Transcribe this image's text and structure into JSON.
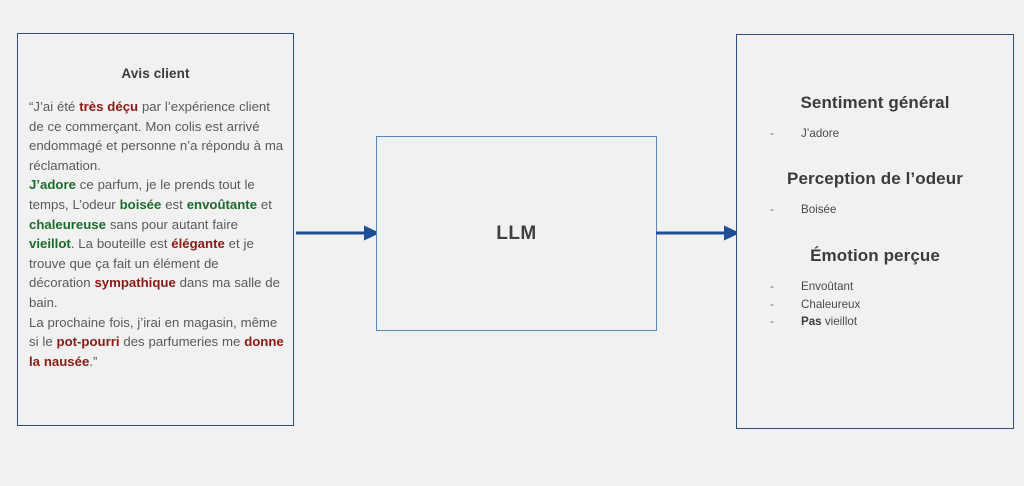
{
  "diagram": {
    "title": "LLM review analysis pipeline",
    "background_color": "#f1f1f1",
    "border_color": "#2e4f83",
    "arrow_color": "#1f4e96",
    "highlight_negative_color": "#8b1a13",
    "highlight_positive_color": "#1d6b2c"
  },
  "review_panel": {
    "heading": "Avis client",
    "segments": [
      {
        "text": "“J’ai été ",
        "style": "normal"
      },
      {
        "text": "très déçu",
        "style": "negative"
      },
      {
        "text": " par l’expérience client de ce commerçant. Mon colis est arrivé endommagé et personne n’a répondu à ma réclamation.\n",
        "style": "normal"
      },
      {
        "text": "J’adore",
        "style": "positive"
      },
      {
        "text": " ce parfum, je le prends tout le temps, L’odeur ",
        "style": "normal"
      },
      {
        "text": "boisée",
        "style": "positive"
      },
      {
        "text": " est ",
        "style": "normal"
      },
      {
        "text": "envoûtante",
        "style": "positive"
      },
      {
        "text": " et ",
        "style": "normal"
      },
      {
        "text": "chaleureuse",
        "style": "positive"
      },
      {
        "text": " sans pour autant faire ",
        "style": "normal"
      },
      {
        "text": "vieillot",
        "style": "positive"
      },
      {
        "text": ". La bouteille est ",
        "style": "normal"
      },
      {
        "text": "élégante",
        "style": "negative"
      },
      {
        "text": " et je trouve que ça fait un élément de décoration ",
        "style": "normal"
      },
      {
        "text": "sympathique",
        "style": "negative"
      },
      {
        "text": " dans ma salle de bain.\nLa prochaine fois, j’irai en magasin, même si le ",
        "style": "normal"
      },
      {
        "text": "pot-pourri",
        "style": "negative"
      },
      {
        "text": " des parfumeries me ",
        "style": "normal"
      },
      {
        "text": "donne la nausée",
        "style": "negative"
      },
      {
        "text": ".”",
        "style": "normal"
      }
    ]
  },
  "processor": {
    "label": "LLM"
  },
  "arrows": {
    "input_label": "review-to-llm-arrow",
    "output_label": "llm-to-output-arrow"
  },
  "output_panel": {
    "sections": [
      {
        "heading": "Sentiment général",
        "items": [
          {
            "bold": "",
            "text": "J’adore"
          }
        ]
      },
      {
        "heading": "Perception de l’odeur",
        "items": [
          {
            "bold": "",
            "text": "Boisée"
          }
        ]
      },
      {
        "heading": "Émotion perçue",
        "items": [
          {
            "bold": "",
            "text": "Envoûtant"
          },
          {
            "bold": "",
            "text": "Chaleureux"
          },
          {
            "bold": "Pas",
            "text": " vieillot"
          }
        ]
      }
    ]
  }
}
